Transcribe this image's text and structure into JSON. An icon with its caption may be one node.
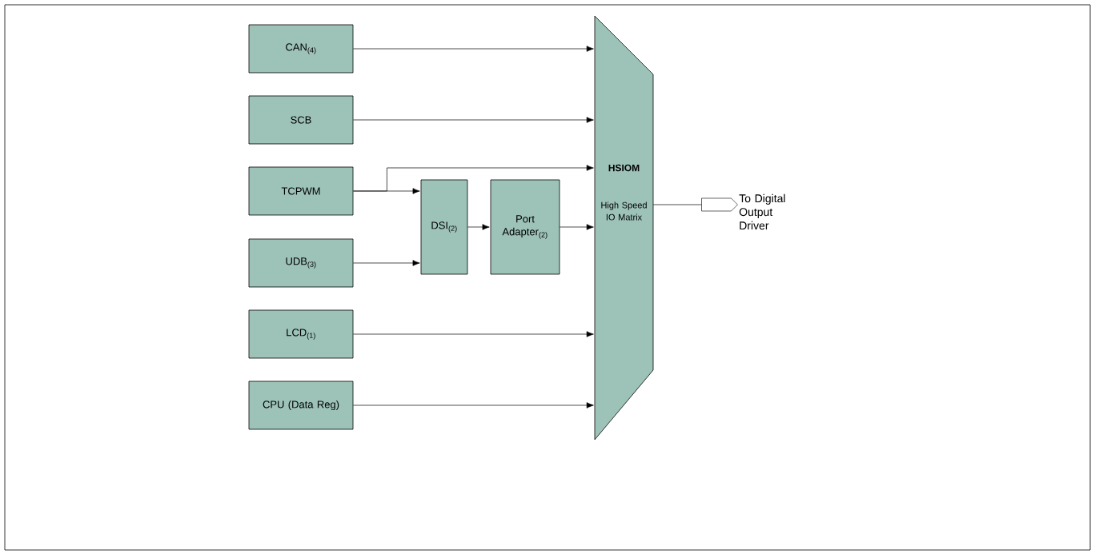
{
  "diagram": {
    "nodes": [
      {
        "text": [
          "CAN$_{(4)}$"
        ]
      },
      {
        "text": [
          "SCB"
        ]
      },
      {
        "text": [
          "TCPWM"
        ]
      },
      {
        "text": [
          "UDB$_{(3)}$"
        ]
      },
      {
        "text": [
          "DSI$_{(2)}$"
        ]
      },
      {
        "text": [
          "Port Adapter$_{(2)}$"
        ]
      },
      {
        "text": [
          "LCD$_{(1)}$"
        ]
      },
      {
        "text": [
          "CPU (Data Reg)"
        ]
      },
      {
        "text": [
          "HSIOM",
          "High Speed IO Matrix"
        ]
      },
      {
        "text": [],
        "shape": "pentagon",
        "beside": [
          "To Digital Output Driver"
        ]
      }
    ],
    "edges": [
      {
        "from": 0,
        "to": 8,
        "arrow": "to"
      },
      {
        "from": 1,
        "to": 8,
        "arrow": "to"
      },
      {
        "from": 2,
        "to": 8,
        "arrow": "to"
      },
      {
        "from": 2,
        "to": 4,
        "arrow": "to"
      },
      {
        "from": 3,
        "to": 4,
        "arrow": "to"
      },
      {
        "from": 4,
        "to": 5,
        "arrow": "to"
      },
      {
        "from": 5,
        "to": 8,
        "arrow": "to"
      },
      {
        "from": 6,
        "to": 8,
        "arrow": "to"
      },
      {
        "from": 7,
        "to": 8,
        "arrow": "to"
      },
      {
        "from": 8,
        "to": 9,
        "arrow": "none"
      }
    ]
  }
}
